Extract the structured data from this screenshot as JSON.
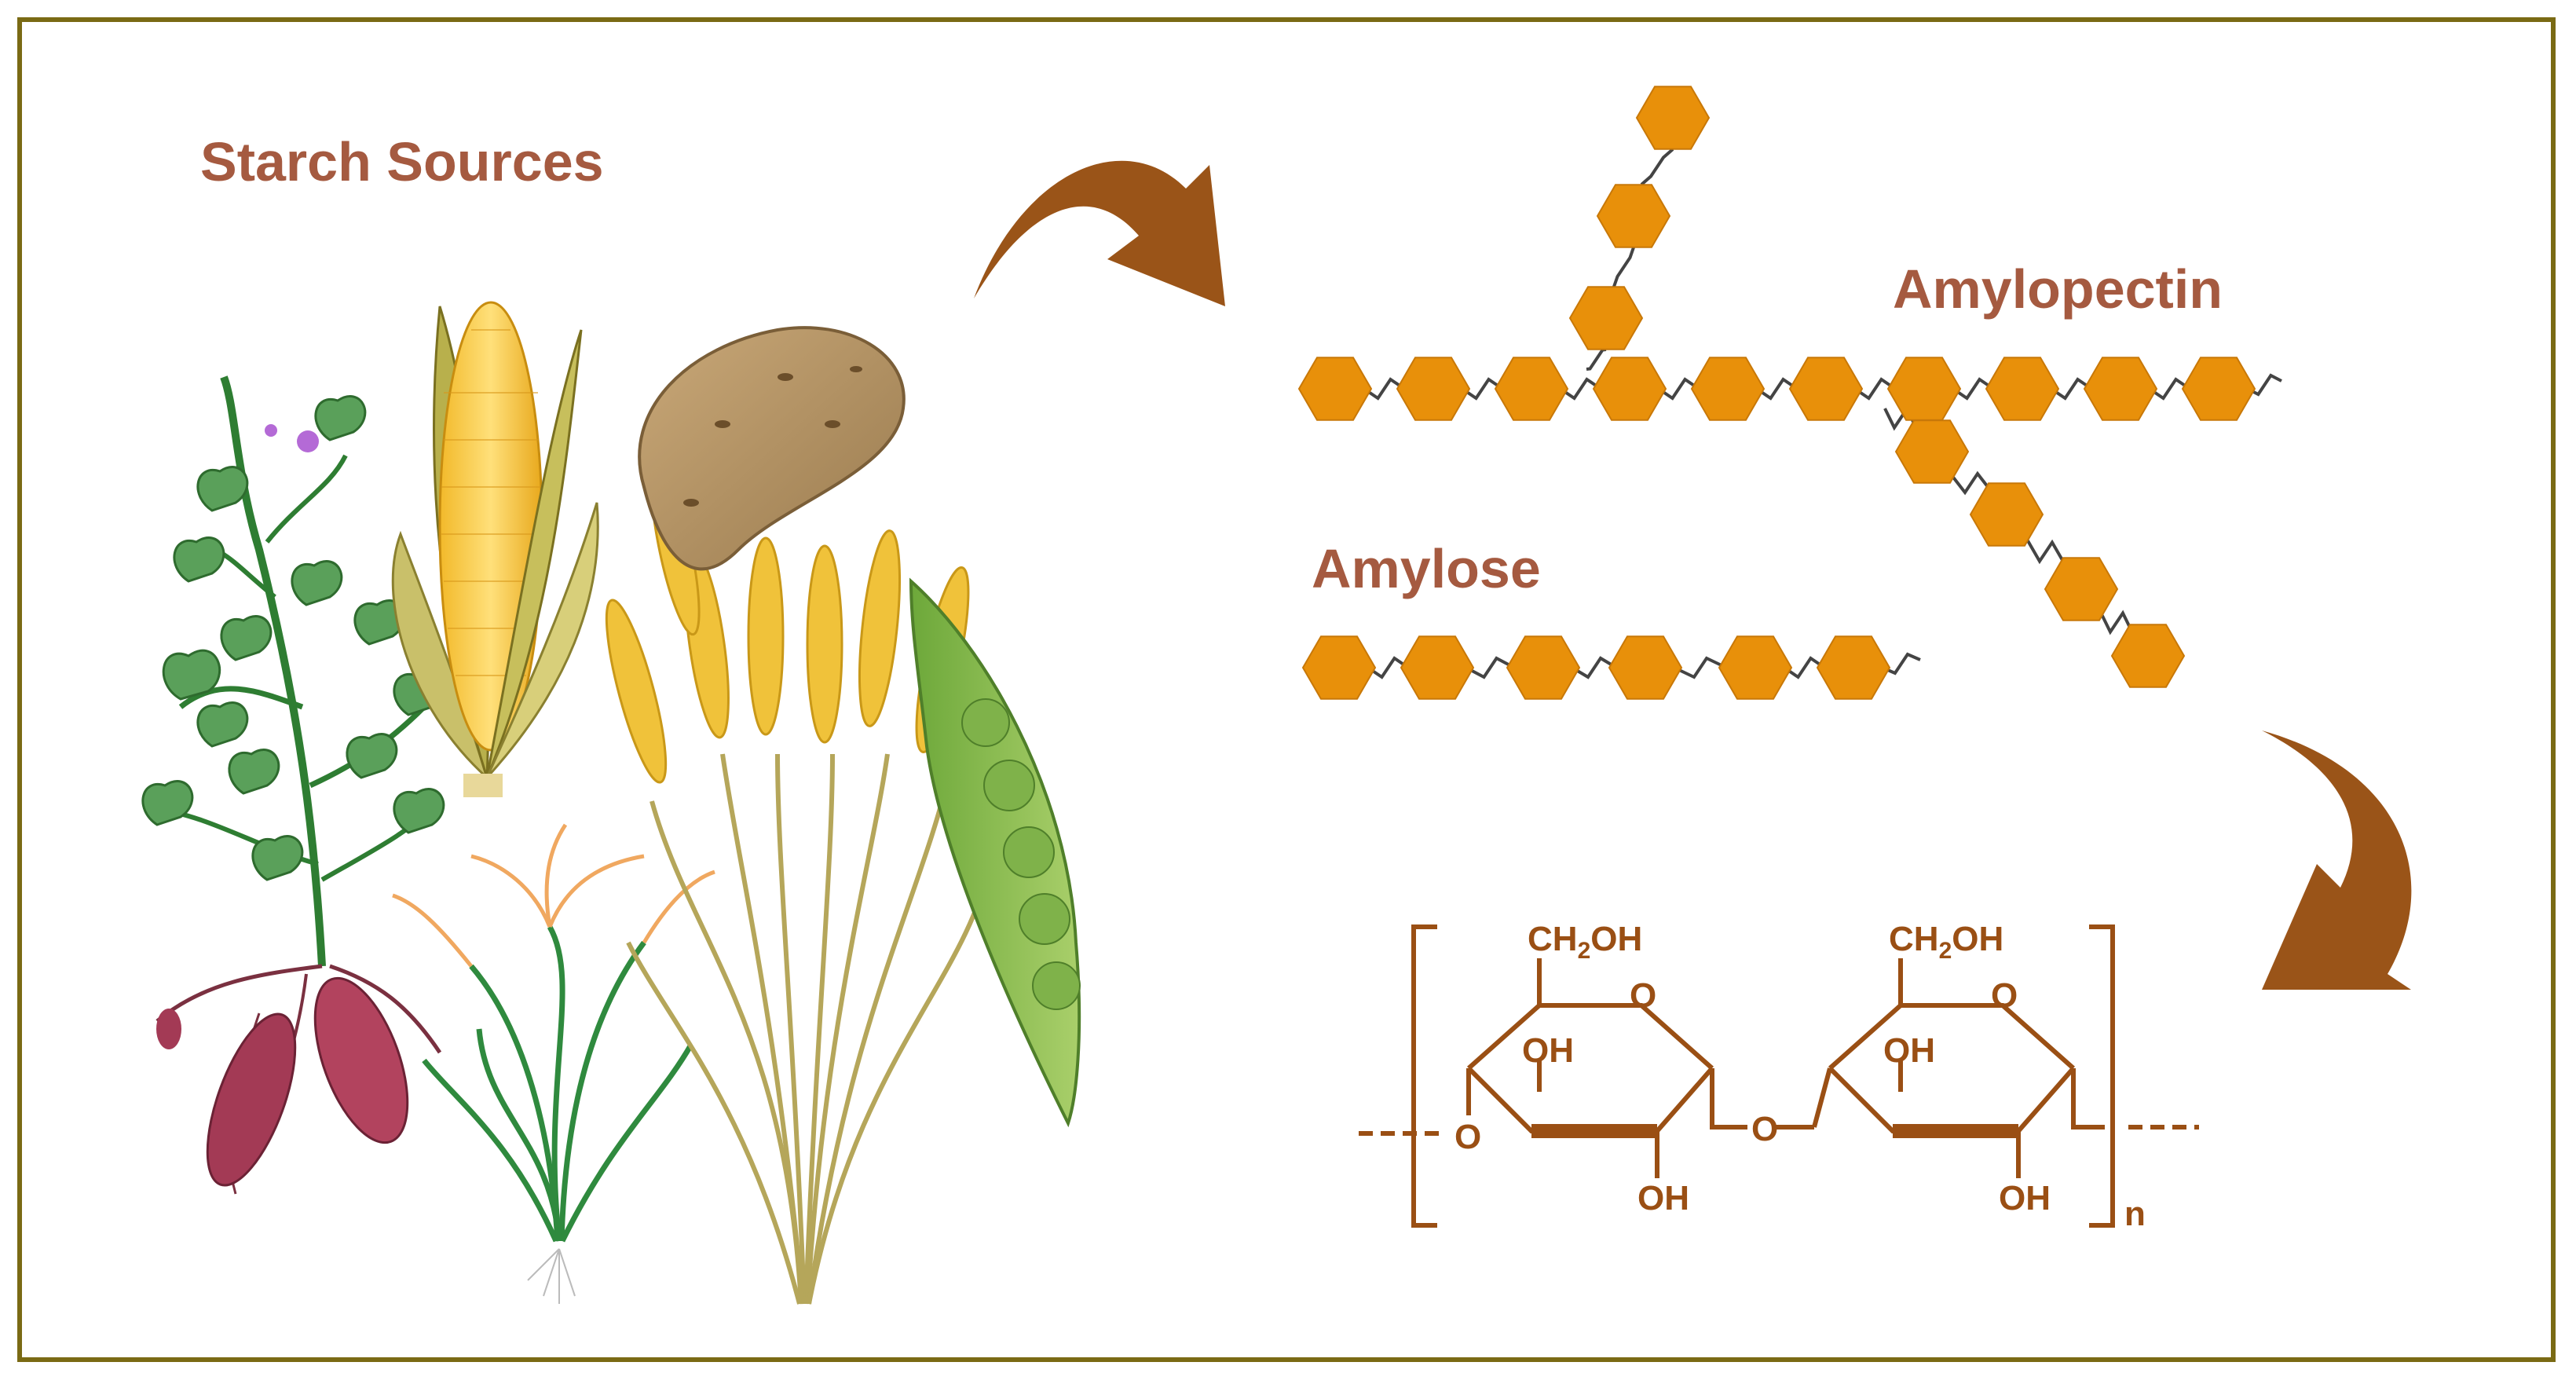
{
  "labels": {
    "sources": "Starch Sources",
    "amylopectin": "Amylopectin",
    "amylose": "Amylose"
  },
  "chem": {
    "ch2oh_left": "CH",
    "ch2oh_right": "CH",
    "sub2": "2",
    "oh_tail": "OH",
    "ring_o": "O",
    "oh": "OH",
    "bridge_o": "O",
    "repeat_n": "n"
  },
  "colors": {
    "frame": "#7a6a14",
    "label_text": "#a55a40",
    "hexagon": "#e8900a",
    "arrow": "#9a5418",
    "chem": "#9a4f14"
  },
  "icons": [
    "sweet-potato-icon",
    "corn-icon",
    "potato-icon",
    "rice-plant-icon",
    "wheat-icon",
    "pea-pod-icon",
    "curved-arrow-icon"
  ]
}
